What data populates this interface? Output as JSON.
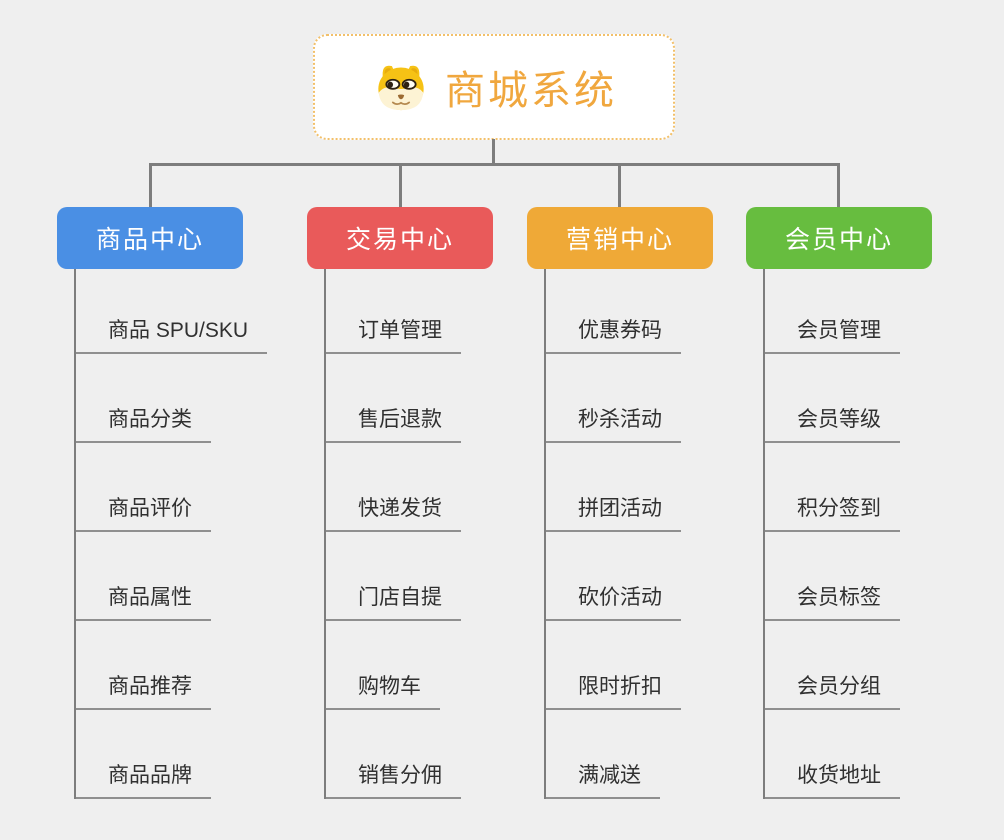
{
  "root": {
    "title": "商城系统",
    "icon": "doge-icon"
  },
  "branches": [
    {
      "label": "商品中心",
      "color": "#4a8fe4",
      "children": [
        "商品 SPU/SKU",
        "商品分类",
        "商品评价",
        "商品属性",
        "商品推荐",
        "商品品牌"
      ]
    },
    {
      "label": "交易中心",
      "color": "#e95a5a",
      "children": [
        "订单管理",
        "售后退款",
        "快递发货",
        "门店自提",
        "购物车",
        "销售分佣"
      ]
    },
    {
      "label": "营销中心",
      "color": "#efa937",
      "children": [
        "优惠券码",
        "秒杀活动",
        "拼团活动",
        "砍价活动",
        "限时折扣",
        "满减送"
      ]
    },
    {
      "label": "会员中心",
      "color": "#67bd3f",
      "children": [
        "会员管理",
        "会员等级",
        "积分签到",
        "会员标签",
        "会员分组",
        "收货地址"
      ]
    }
  ],
  "colors": {
    "background": "#efefef",
    "connector": "#7d7d7d",
    "underline": "#8f8f8f",
    "root_text": "#f0a73e",
    "root_border": "#f2c06a"
  }
}
